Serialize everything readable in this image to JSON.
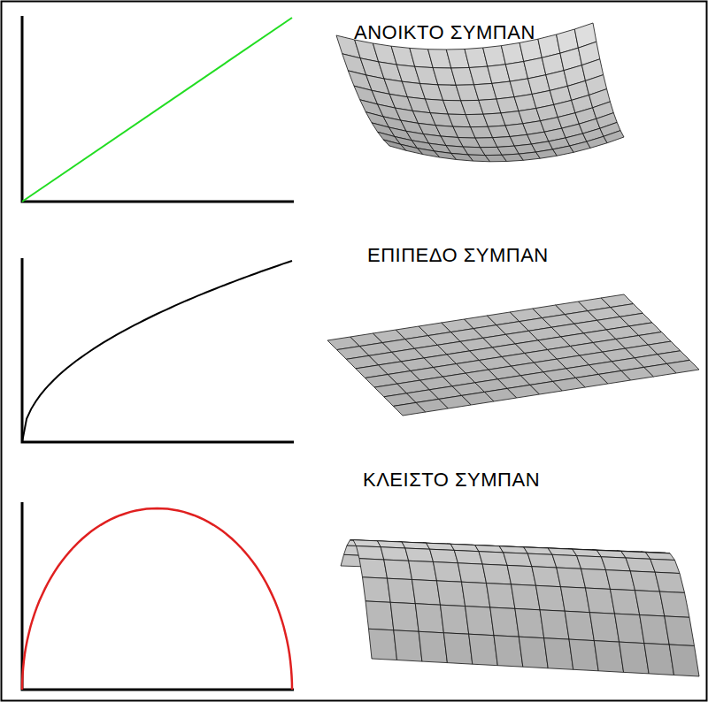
{
  "diagram": {
    "labels": [
      "ΑΝΟΙΚΤΟ ΣΥΜΠΑΝ",
      "ΕΠΙΠΕΔΟ ΣΥΜΠΑΝ",
      "ΚΛΕΙΣΤΟ ΣΥΜΠΑΝ"
    ]
  }
}
